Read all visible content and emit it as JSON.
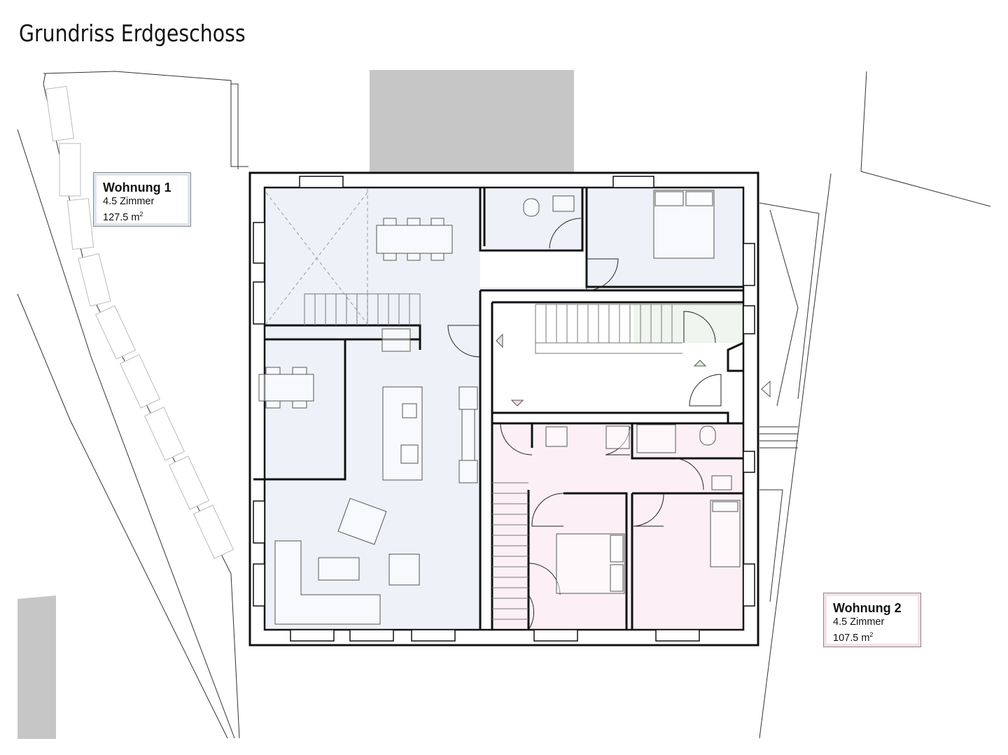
{
  "title": "Grundriss Erdgeschoss",
  "units": [
    {
      "name": "Wohnung 1",
      "rooms": "4.5 Zimmer",
      "area": "127.5 m",
      "area_unit_exp": "2",
      "color": "#eef2f8"
    },
    {
      "name": "Wohnung 2",
      "rooms": "4.5 Zimmer",
      "area": "107.5 m",
      "area_unit_exp": "2",
      "color": "#fcf0f6"
    }
  ],
  "colors": {
    "stair_green": "#eef6ee",
    "neighbor_gray": "#c6c6c6",
    "wall": "#111111"
  }
}
